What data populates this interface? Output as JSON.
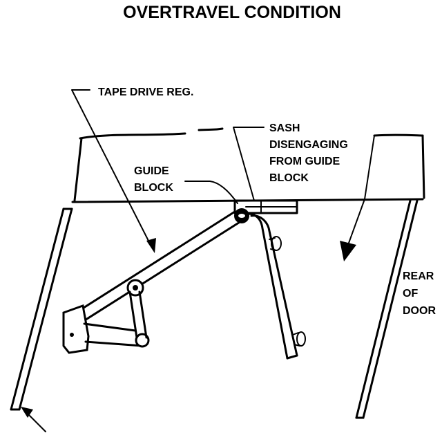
{
  "title": "OVERTRAVEL CONDITION",
  "labels": {
    "tape_drive_reg": "TAPE DRIVE REG.",
    "sash_line1": "SASH",
    "sash_line2": "DISENGAGING",
    "sash_line3": "FROM GUIDE",
    "sash_line4": "BLOCK",
    "guide_line1": "GUIDE",
    "guide_line2": "BLOCK",
    "rear_line1": "REAR",
    "rear_line2": "OF",
    "rear_line3": "DOOR"
  }
}
